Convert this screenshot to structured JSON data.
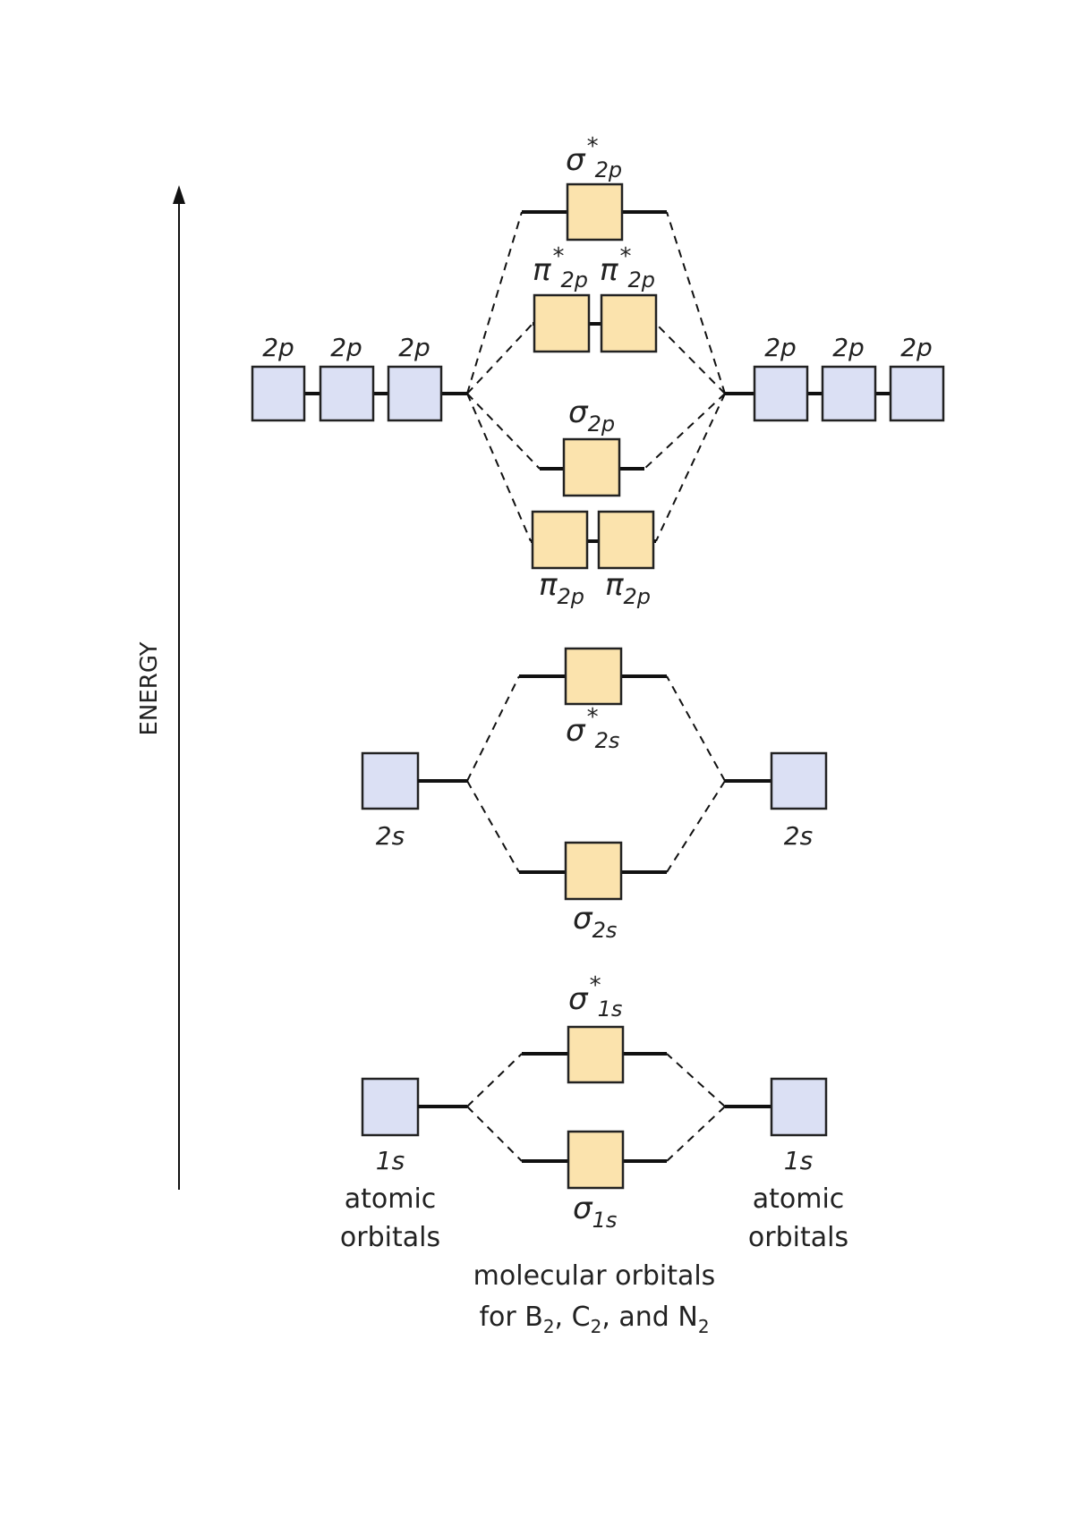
{
  "axis": {
    "label": "ENERGY"
  },
  "colors": {
    "molecular_orbital": "#fbe3ad",
    "atomic_orbital": "#dbe0f4",
    "line": "#111111"
  },
  "atomic_left": {
    "2p": [
      "2p",
      "2p",
      "2p"
    ],
    "2s": "2s",
    "1s": "1s",
    "caption_1": "atomic",
    "caption_2": "orbitals"
  },
  "atomic_right": {
    "2p": [
      "2p",
      "2p",
      "2p"
    ],
    "2s": "2s",
    "1s": "1s",
    "caption_1": "atomic",
    "caption_2": "orbitals"
  },
  "molecular": {
    "sigma_star_2p": {
      "sym": "σ",
      "star": "*",
      "sub": "2p"
    },
    "pi_star_2p": [
      {
        "sym": "π",
        "star": "*",
        "sub": "2p"
      },
      {
        "sym": "π",
        "star": "*",
        "sub": "2p"
      }
    ],
    "sigma_2p": {
      "sym": "σ",
      "sub": "2p"
    },
    "pi_2p": [
      {
        "sym": "π",
        "sub": "2p"
      },
      {
        "sym": "π",
        "sub": "2p"
      }
    ],
    "sigma_star_2s": {
      "sym": "σ",
      "star": "*",
      "sub": "2s"
    },
    "sigma_2s": {
      "sym": "σ",
      "sub": "2s"
    },
    "sigma_star_1s": {
      "sym": "σ",
      "star": "*",
      "sub": "1s"
    },
    "sigma_1s": {
      "sym": "σ",
      "sub": "1s"
    }
  },
  "caption": {
    "line1": "molecular orbitals",
    "line2_prefix": "for B",
    "sub1": "2",
    "sep1": ", C",
    "sub2": "2",
    "sep2": ", and N",
    "sub3": "2"
  }
}
